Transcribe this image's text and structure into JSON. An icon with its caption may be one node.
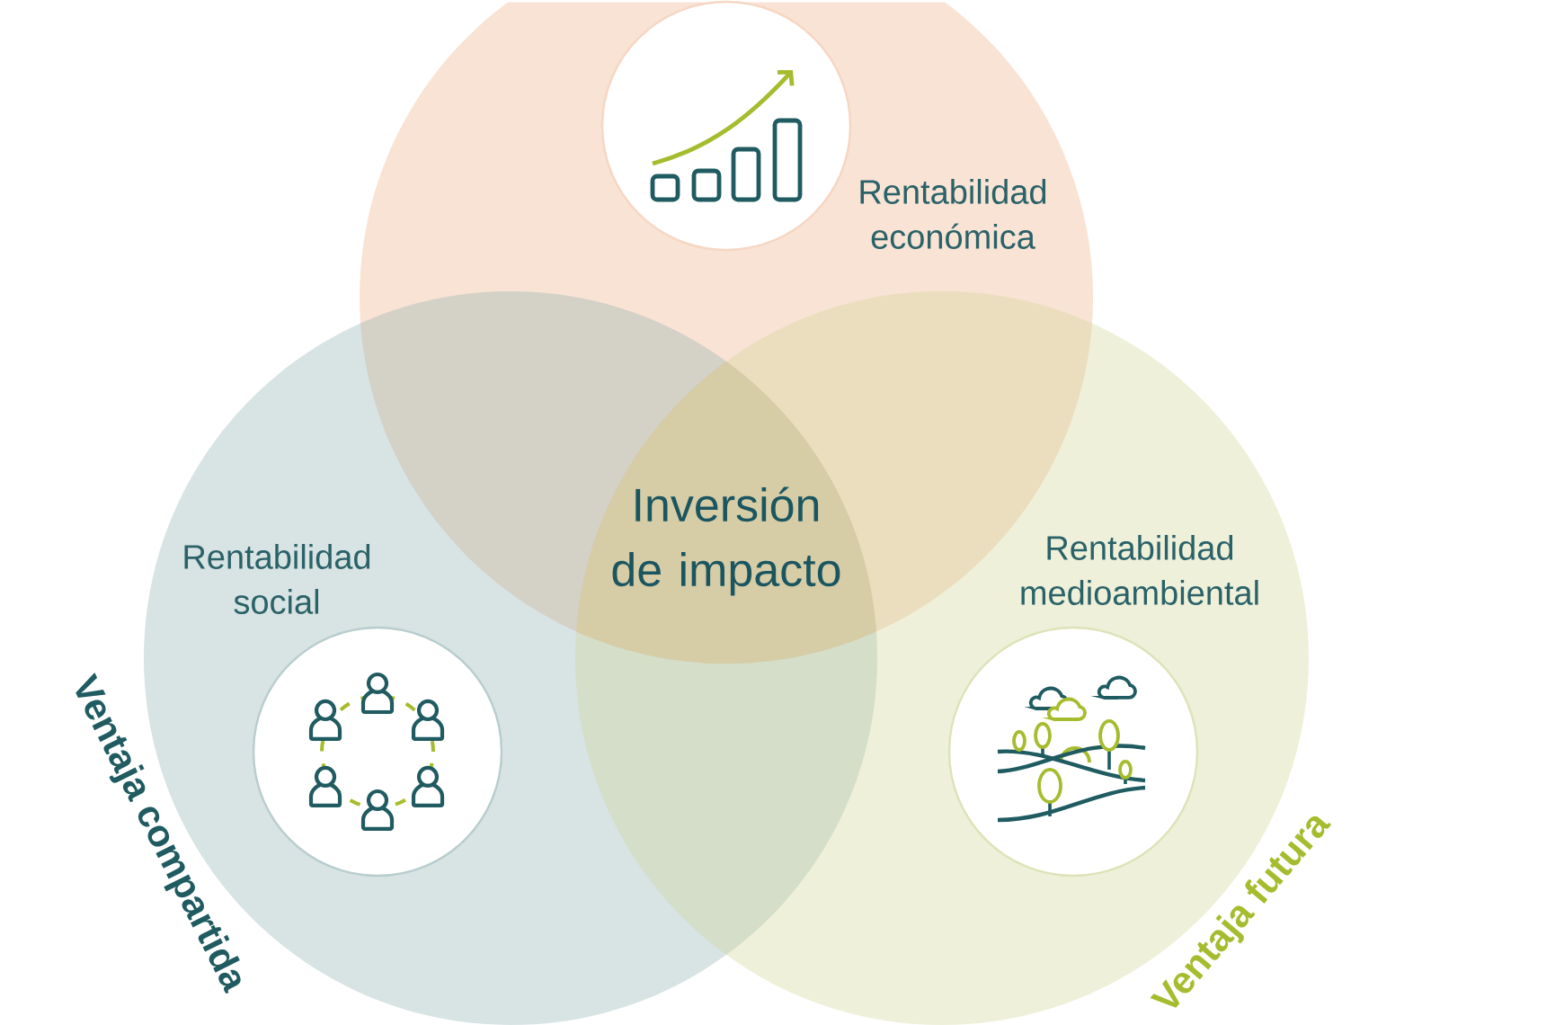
{
  "diagram": {
    "nodes": [
      {
        "text": [
          "Rentabilidad económica"
        ]
      },
      {
        "text": [],
        "shape": "circle",
        "in": 0
      },
      {
        "text": [
          "Rentabilidad social"
        ],
        "beside": [
          "Ventaja compartida"
        ]
      },
      {
        "text": [],
        "shape": "circle",
        "in": 2
      },
      {
        "text": [
          "Rentabilidad medioambiental"
        ],
        "beside": [
          "Ventaja futura"
        ]
      },
      {
        "text": [],
        "shape": "circle",
        "in": 4
      }
    ],
    "labels": [
      "Inversión de impacto"
    ]
  }
}
